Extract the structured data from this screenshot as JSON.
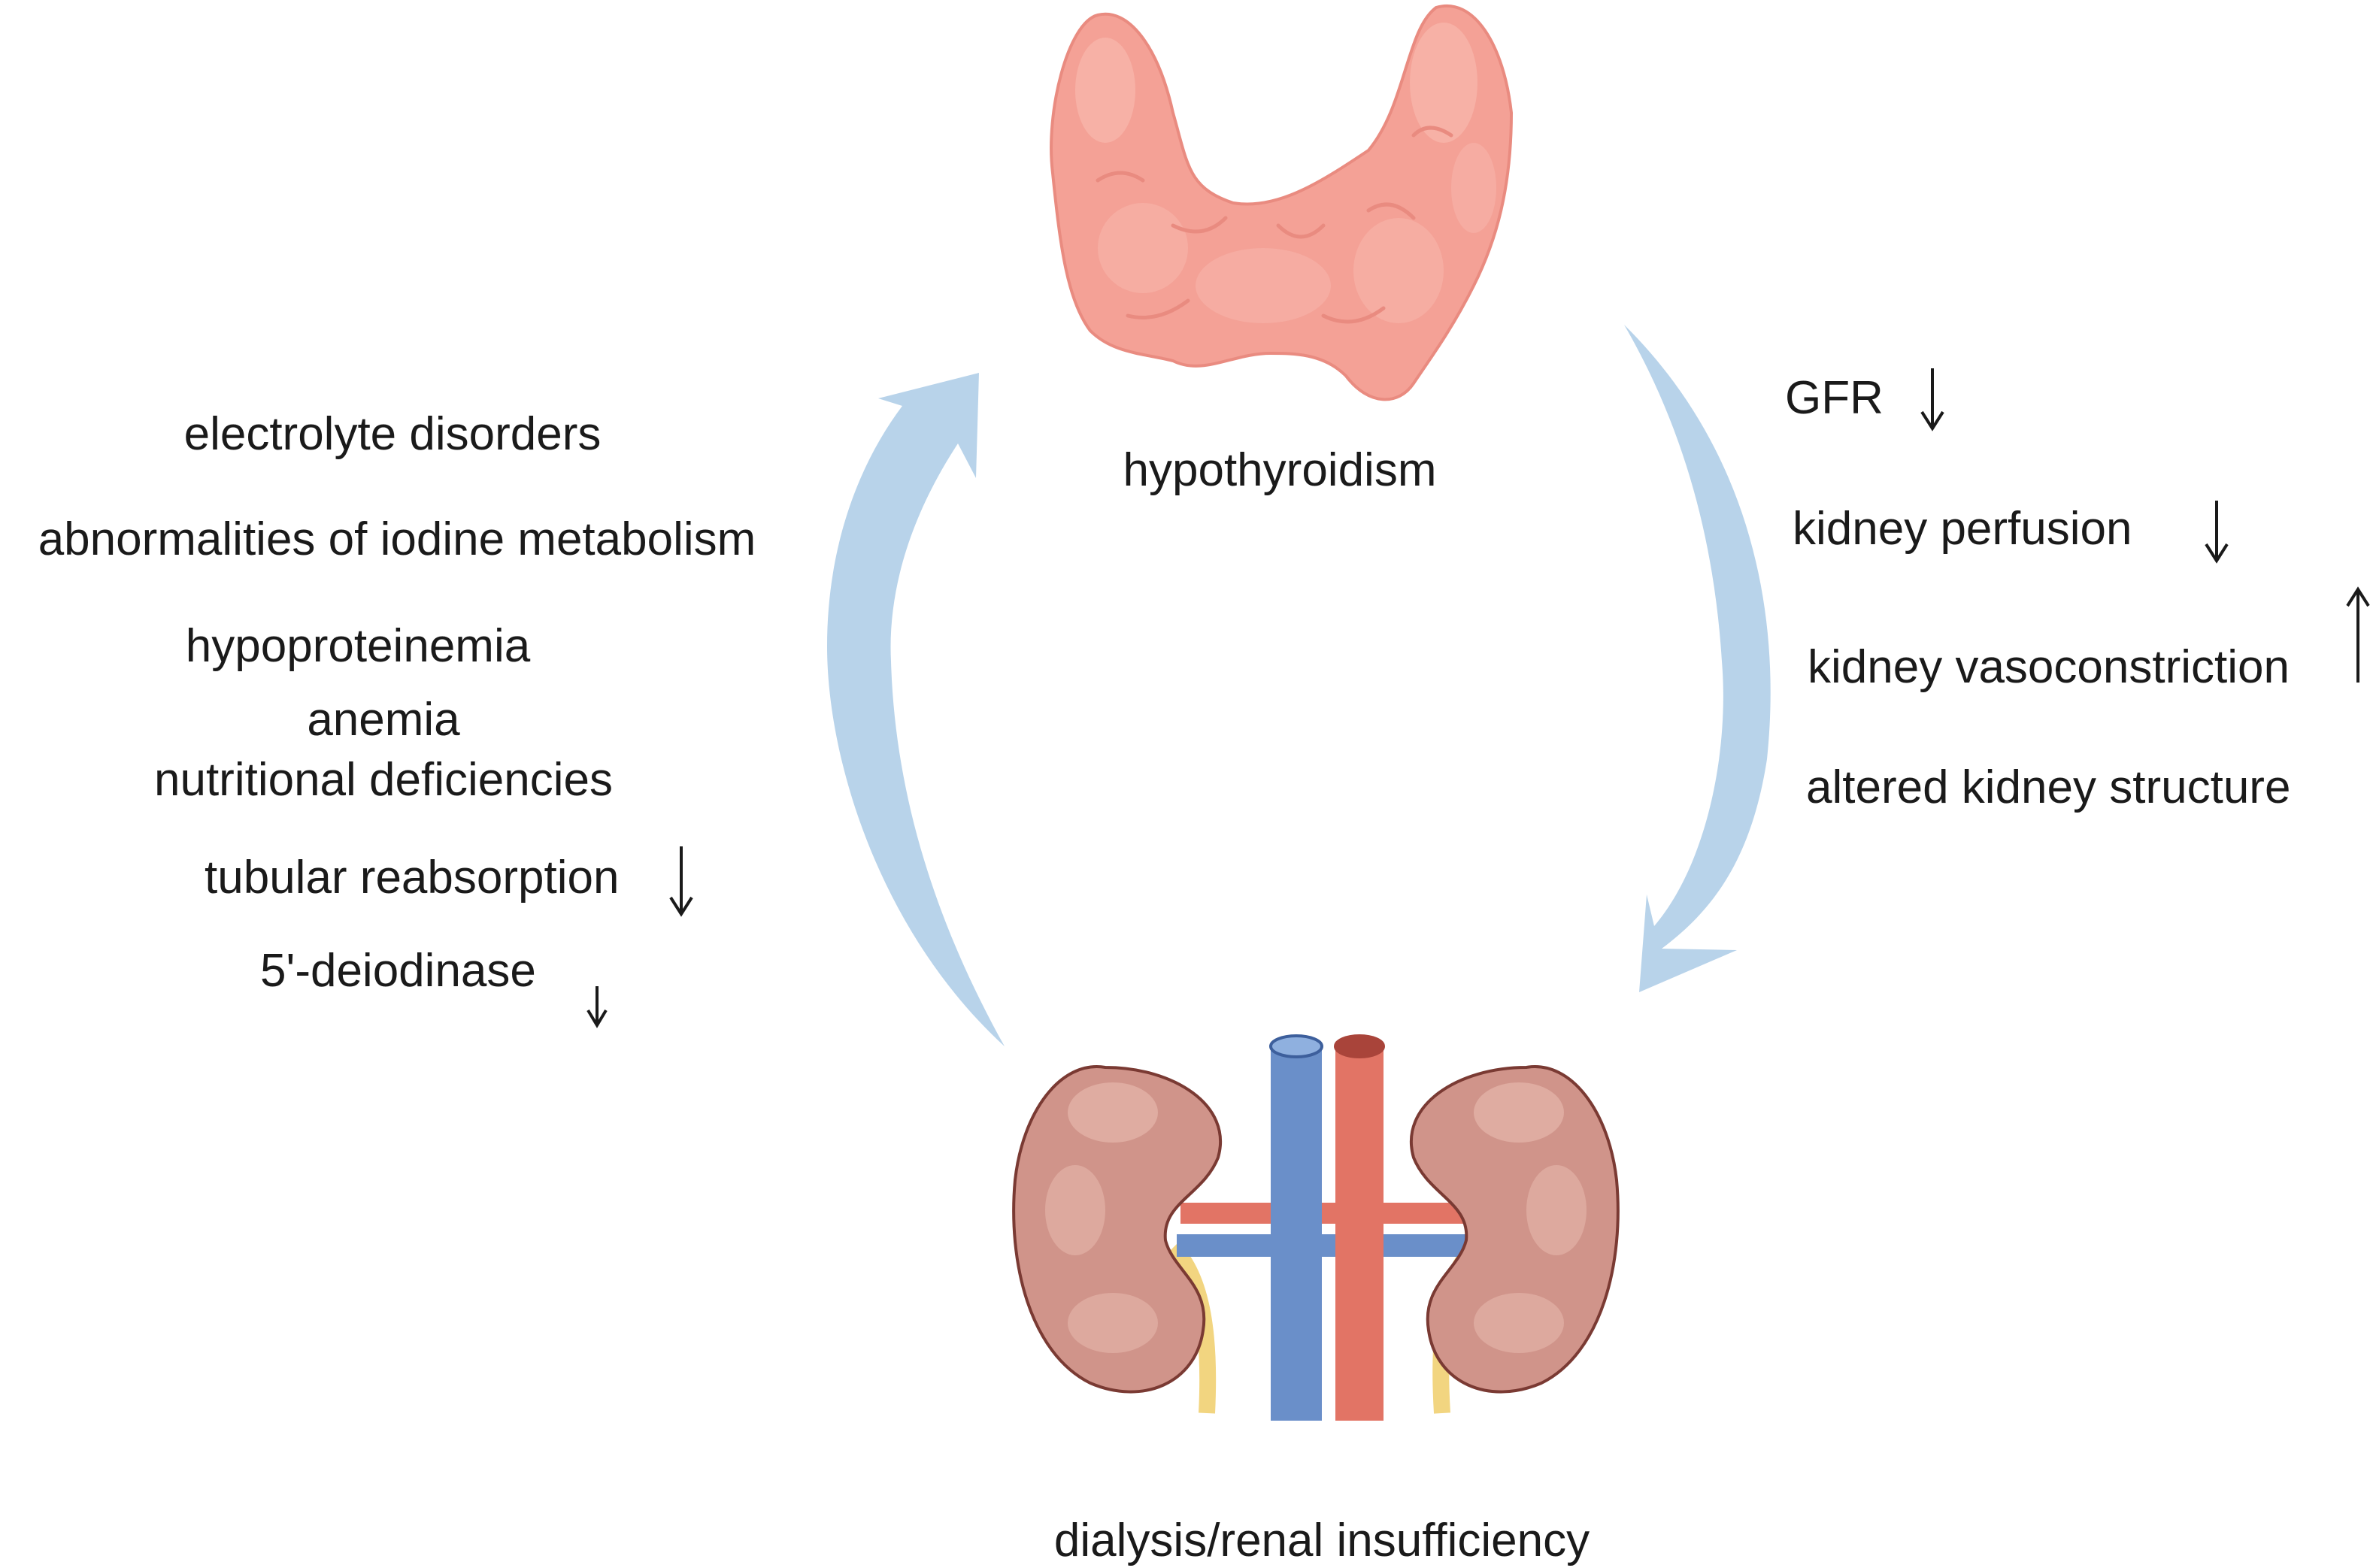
{
  "top_node": {
    "label": "hypothyroidism",
    "icon": "thyroid-gland-icon"
  },
  "bottom_node": {
    "label": "dialysis/renal insufficiency",
    "icon": "kidneys-icon"
  },
  "right_effects": [
    {
      "text": "GFR",
      "arrow": "down"
    },
    {
      "text": "kidney perfusion",
      "arrow": "down"
    },
    {
      "text": "kidney vasoconstriction",
      "arrow": "up"
    },
    {
      "text": "altered kidney structure",
      "arrow": "none"
    }
  ],
  "left_effects": [
    {
      "text": "electrolyte disorders",
      "arrow": "none"
    },
    {
      "text": "abnormalities of iodine metabolism",
      "arrow": "none"
    },
    {
      "text": "hypoproteinemia",
      "arrow": "none"
    },
    {
      "text": "anemia",
      "arrow": "none"
    },
    {
      "text": "nutritional deficiencies",
      "arrow": "none"
    },
    {
      "text": "tubular reabsorption",
      "arrow": "down"
    },
    {
      "text": "5'-deiodinase",
      "arrow": "down"
    }
  ],
  "colors": {
    "cycle_arrow": "#b8d3ea",
    "thyroid": "#f4a196",
    "thyroid_light": "#f8b8ad",
    "thyroid_outline": "#e98b80",
    "kidney": "#d0948a",
    "kidney_light": "#e2b2a6",
    "kidney_outline": "#7a3a33",
    "vein": "#6a8fc9",
    "vein_dark": "#3d5f9c",
    "artery": "#e27465",
    "artery_dark": "#a9443a",
    "ureter": "#f2d580",
    "text": "#1a1a1a"
  }
}
